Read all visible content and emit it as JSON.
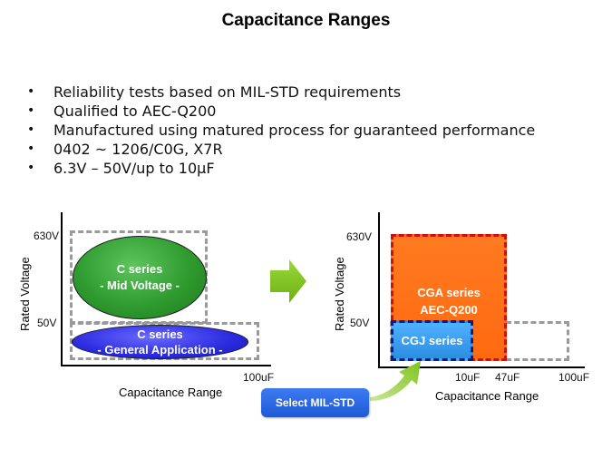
{
  "title": "Capacitance Ranges",
  "bullets": [
    "Reliability tests based on MIL-STD requirements",
    "Qualified to AEC-Q200",
    "Manufactured using matured process for guaranteed performance",
    "0402 ~ 1206/C0G, X7R",
    "6.3V – 50V/up to 10µF"
  ],
  "left_chart": {
    "y_axis_label": "Rated Voltage",
    "x_axis_label": "Capacitance Range",
    "y_tick_630": "630V",
    "y_tick_50": "50V",
    "x_tick_100": "100uF",
    "mid_voltage": {
      "line1": "C series",
      "line2": "- Mid Voltage -"
    },
    "general": {
      "line1": "C series",
      "line2": "- General Application -"
    }
  },
  "right_chart": {
    "y_axis_label": "Rated Voltage",
    "x_axis_label": "Capacitance Range",
    "y_tick_630": "630V",
    "y_tick_50": "50V",
    "x_tick_10": "10uF",
    "x_tick_47": "47uF",
    "x_tick_100": "100uF",
    "cga": {
      "line1": "CGA series",
      "line2": "AEC-Q200"
    },
    "cgj": "CGJ series"
  },
  "select_button": "Select MIL-STD",
  "colors": {
    "arrow_green": "#7fc41c",
    "cga_orange": "#ff6a10",
    "cga_border": "#d01010",
    "cgj_blue": "#2c8ee0",
    "button_blue": "#2a68e6"
  },
  "icons": {
    "transition_arrow": "right-arrow-icon",
    "curved_arrow": "curved-arrow-icon"
  }
}
